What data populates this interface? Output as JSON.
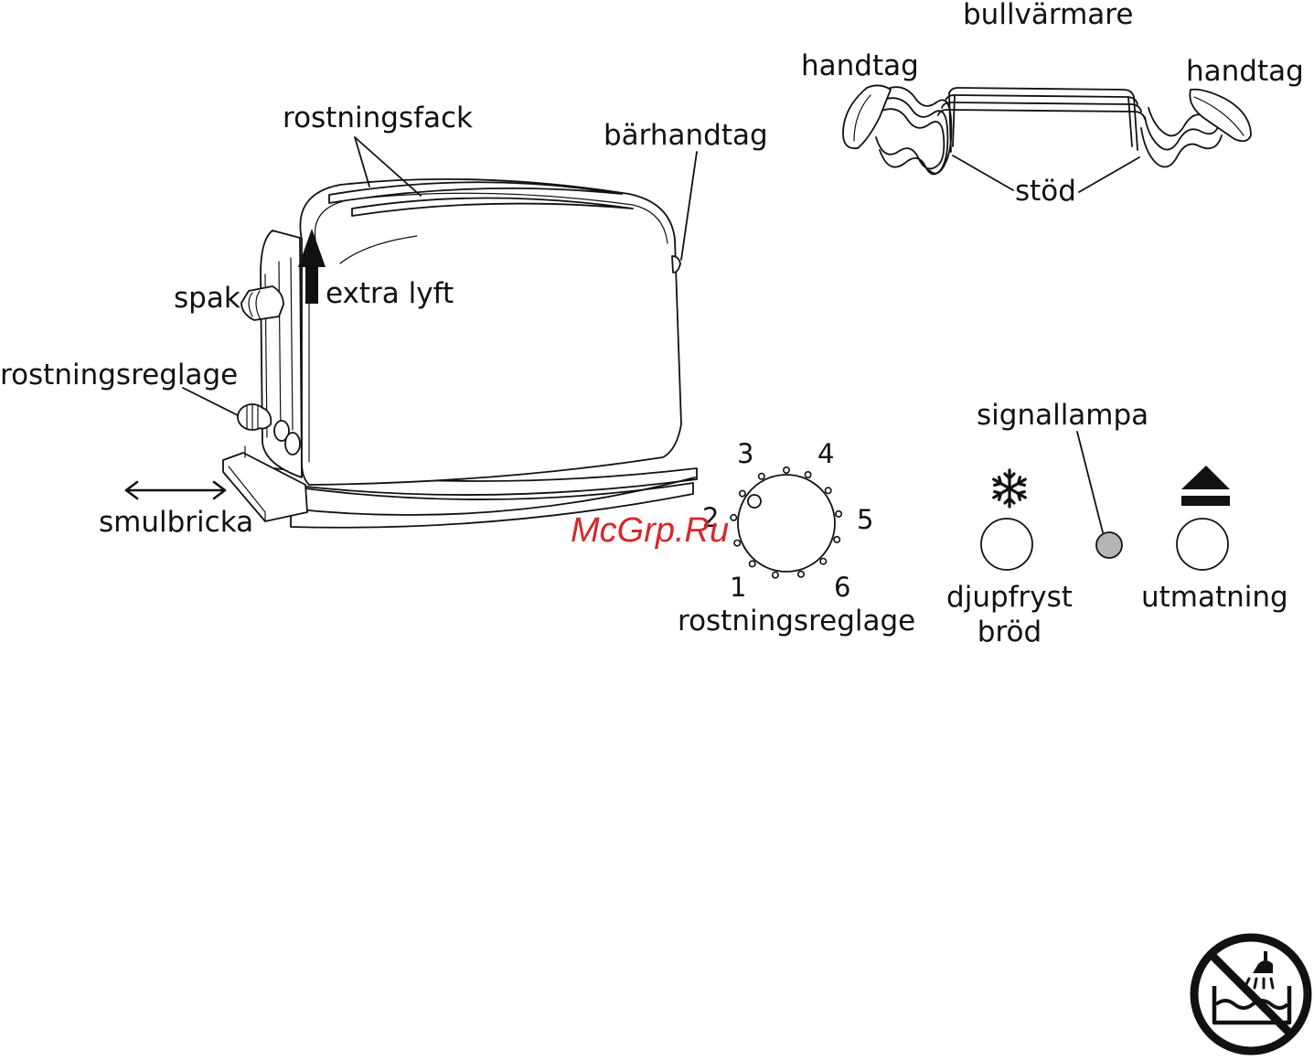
{
  "toaster": {
    "labels": {
      "slots": "rostningsfack",
      "carry_handle": "bärhandtag",
      "lever": "spak",
      "extra_lift": "extra lyft",
      "browning_control": "rostningsreglage",
      "crumb_tray": "smulbricka"
    }
  },
  "bun_warmer": {
    "title": "bullvärmare",
    "handle_left": "handtag",
    "handle_right": "handtag",
    "support": "stöd"
  },
  "dial": {
    "numbers": [
      "1",
      "2",
      "3",
      "4",
      "5",
      "6"
    ],
    "label": "rostningsreglage"
  },
  "controls": {
    "signal_lamp": "signallampa",
    "frozen_line1": "djupfryst",
    "frozen_line2": "bröd",
    "eject": "utmatning",
    "frozen_icon": "snowflake-icon",
    "eject_icon": "eject-icon",
    "lamp_color": "#b5b5b5"
  },
  "watermark": "McGrp.Ru",
  "warning_icon": "no-water-immersion-icon"
}
